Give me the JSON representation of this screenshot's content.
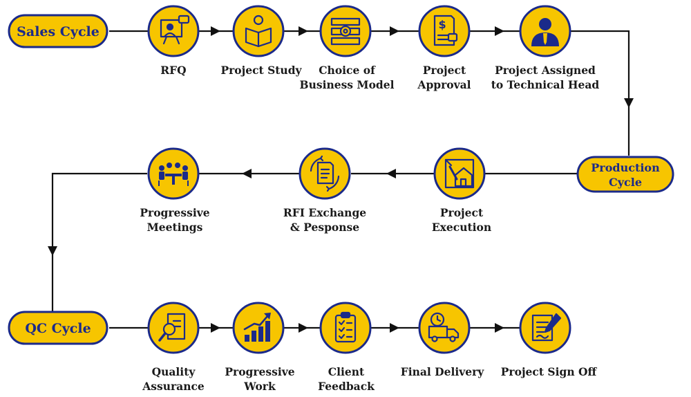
{
  "colors": {
    "gold": "#F7C500",
    "navy": "#1B2A8A",
    "line": "#111111"
  },
  "cycles": {
    "sales": "Sales Cycle",
    "production": "Production\nCycle",
    "qc": "QC Cycle"
  },
  "steps": [
    {
      "label": "RFQ",
      "icon": "presentation-icon"
    },
    {
      "label": "Project Study",
      "icon": "reading-icon"
    },
    {
      "label": "Choice of\nBusiness Model",
      "icon": "model-icon"
    },
    {
      "label": "Project\nApproval",
      "icon": "invoice-icon"
    },
    {
      "label": "Project Assigned\nto Technical Head",
      "icon": "manager-icon"
    },
    {
      "label": "Project\nExecution",
      "icon": "blueprint-icon"
    },
    {
      "label": "RFI Exchange\n& Pesponse",
      "icon": "document-exchange-icon"
    },
    {
      "label": "Progressive\nMeetings",
      "icon": "meeting-icon"
    },
    {
      "label": "Quality\nAssurance",
      "icon": "inspection-icon"
    },
    {
      "label": "Progressive\nWork",
      "icon": "growth-chart-icon"
    },
    {
      "label": "Client\nFeedback",
      "icon": "checklist-icon"
    },
    {
      "label": "Final Delivery",
      "icon": "delivery-truck-icon"
    },
    {
      "label": "Project Sign Off",
      "icon": "sign-off-icon"
    }
  ]
}
